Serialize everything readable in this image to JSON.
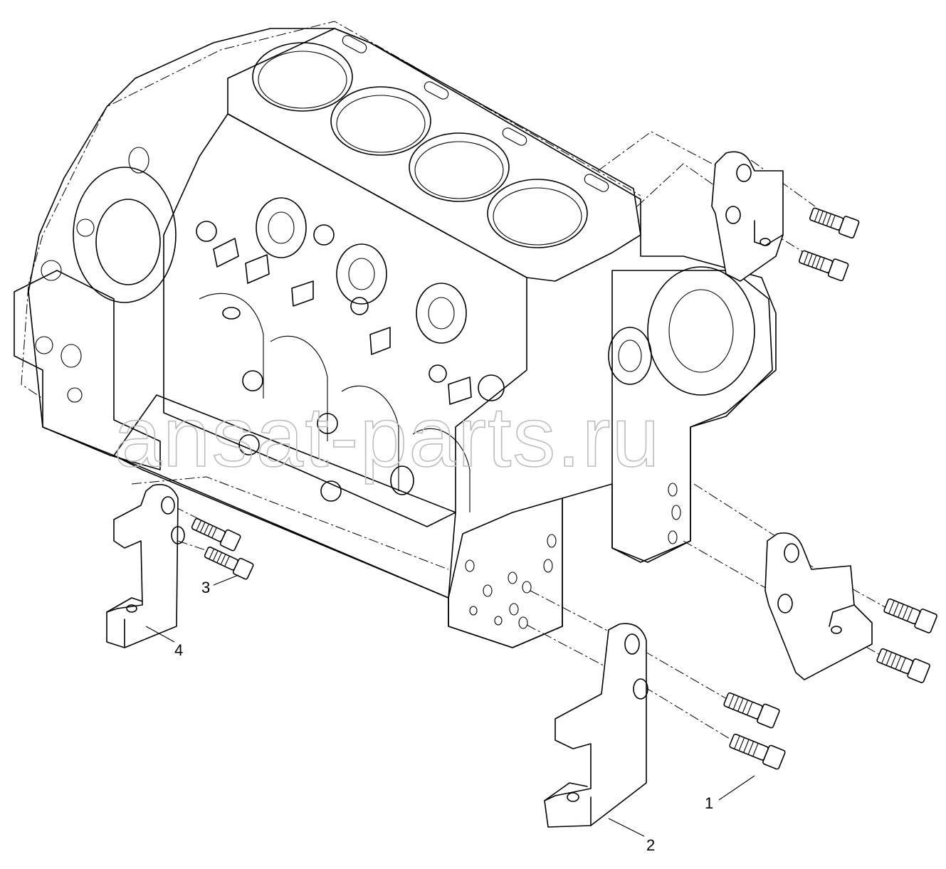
{
  "watermark": "ansat-parts.ru",
  "callouts": [
    {
      "id": "1",
      "text": "1"
    },
    {
      "id": "2",
      "text": "2"
    },
    {
      "id": "3",
      "text": "3"
    },
    {
      "id": "4",
      "text": "4"
    }
  ]
}
